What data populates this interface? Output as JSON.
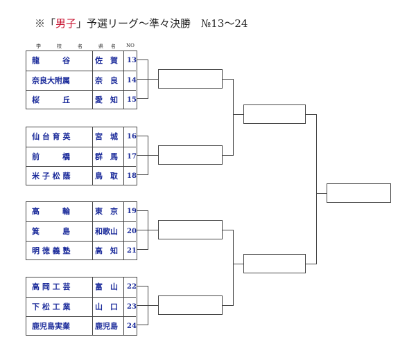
{
  "title": {
    "prefix": "※「",
    "gender": "男子",
    "suffix": "」予選リーグ〜準々決勝　№13〜24"
  },
  "headers": {
    "school_1": "学",
    "school_2": "校",
    "school_3": "名",
    "pref_1": "県",
    "pref_2": "名",
    "no": "NO"
  },
  "colors": {
    "text": "#1a2a9a",
    "accent": "#c8102e",
    "line": "#444444"
  },
  "groups": [
    {
      "teams": [
        {
          "school": "龍　　　谷",
          "pref": "佐　賀",
          "no": "13"
        },
        {
          "school": "奈良大附属",
          "pref": "奈　良",
          "no": "14"
        },
        {
          "school": "桜　　　丘",
          "pref": "愛　知",
          "no": "15"
        }
      ]
    },
    {
      "teams": [
        {
          "school": "仙 台 育 英",
          "pref": "宮　城",
          "no": "16"
        },
        {
          "school": "前　　　橋",
          "pref": "群　馬",
          "no": "17"
        },
        {
          "school": "米 子 松 蔭",
          "pref": "鳥　取",
          "no": "18"
        }
      ]
    },
    {
      "teams": [
        {
          "school": "高　　　輪",
          "pref": "東　京",
          "no": "19"
        },
        {
          "school": "箕　　　島",
          "pref": "和歌山",
          "no": "20"
        },
        {
          "school": "明 徳 義 塾",
          "pref": "高　知",
          "no": "21"
        }
      ]
    },
    {
      "teams": [
        {
          "school": "高 岡 工 芸",
          "pref": "富　山",
          "no": "22"
        },
        {
          "school": "下 松 工 業",
          "pref": "山　口",
          "no": "23"
        },
        {
          "school": "鹿児島実業",
          "pref": "鹿児島",
          "no": "24"
        }
      ]
    }
  ]
}
